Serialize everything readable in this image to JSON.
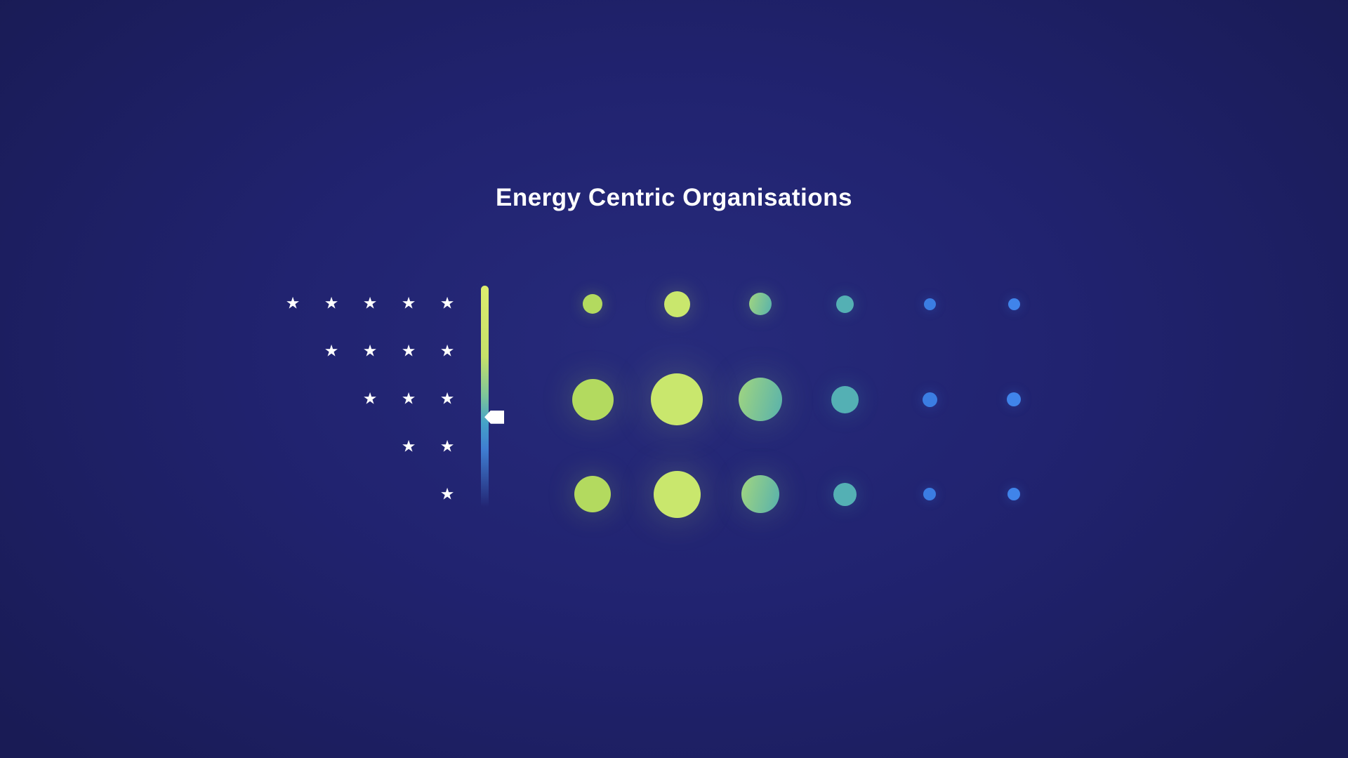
{
  "page": {
    "title": "Energy Centric Organisations"
  },
  "icons": {
    "star": "★",
    "slider_pointer": "left-pointing tag marker"
  },
  "colors": {
    "background_center": "#272b7c",
    "background_mid": "#212370",
    "background_edge": "#191b55",
    "title_text": "#ffffff",
    "star": "#ffffff",
    "slider_pointer": "#ffffff"
  },
  "chart_data": {
    "type": "bubble-matrix",
    "title": "Energy Centric Organisations",
    "legend": {
      "star_rows": [
        5,
        4,
        3,
        2,
        1
      ],
      "note": "right-aligned triangle of white stars, 5 down to 1"
    },
    "columns": 6,
    "rows": 3,
    "column_colors": [
      {
        "solid": "#b3da5f"
      },
      {
        "solid": "#c9e76d"
      },
      {
        "from": "#9ad284",
        "to": "#5fb5a8"
      },
      {
        "solid": "#54b0b4"
      },
      {
        "solid": "#3b7de2"
      },
      {
        "solid": "#4084ea"
      }
    ],
    "series_rows": [
      {
        "name": "top-row",
        "diameters": [
          28,
          37,
          32,
          25,
          17,
          17
        ]
      },
      {
        "name": "middle-row",
        "diameters": [
          59,
          74,
          62,
          39,
          21,
          20
        ]
      },
      {
        "name": "bottom-row",
        "diameters": [
          52,
          67,
          54,
          33,
          18,
          18
        ]
      }
    ],
    "slider": {
      "pointer_fraction": 0.593,
      "gradient_stops": [
        {
          "color": "#dcec6e",
          "at": "0%"
        },
        {
          "color": "#c6e169",
          "at": "32%"
        },
        {
          "color": "#7cc49b",
          "at": "50%"
        },
        {
          "color": "#45a2c8",
          "at": "62%"
        },
        {
          "color": "#3f7ed2",
          "at": "74%"
        },
        {
          "color": "rgba(63,126,210,0)",
          "at": "100%"
        }
      ]
    }
  }
}
